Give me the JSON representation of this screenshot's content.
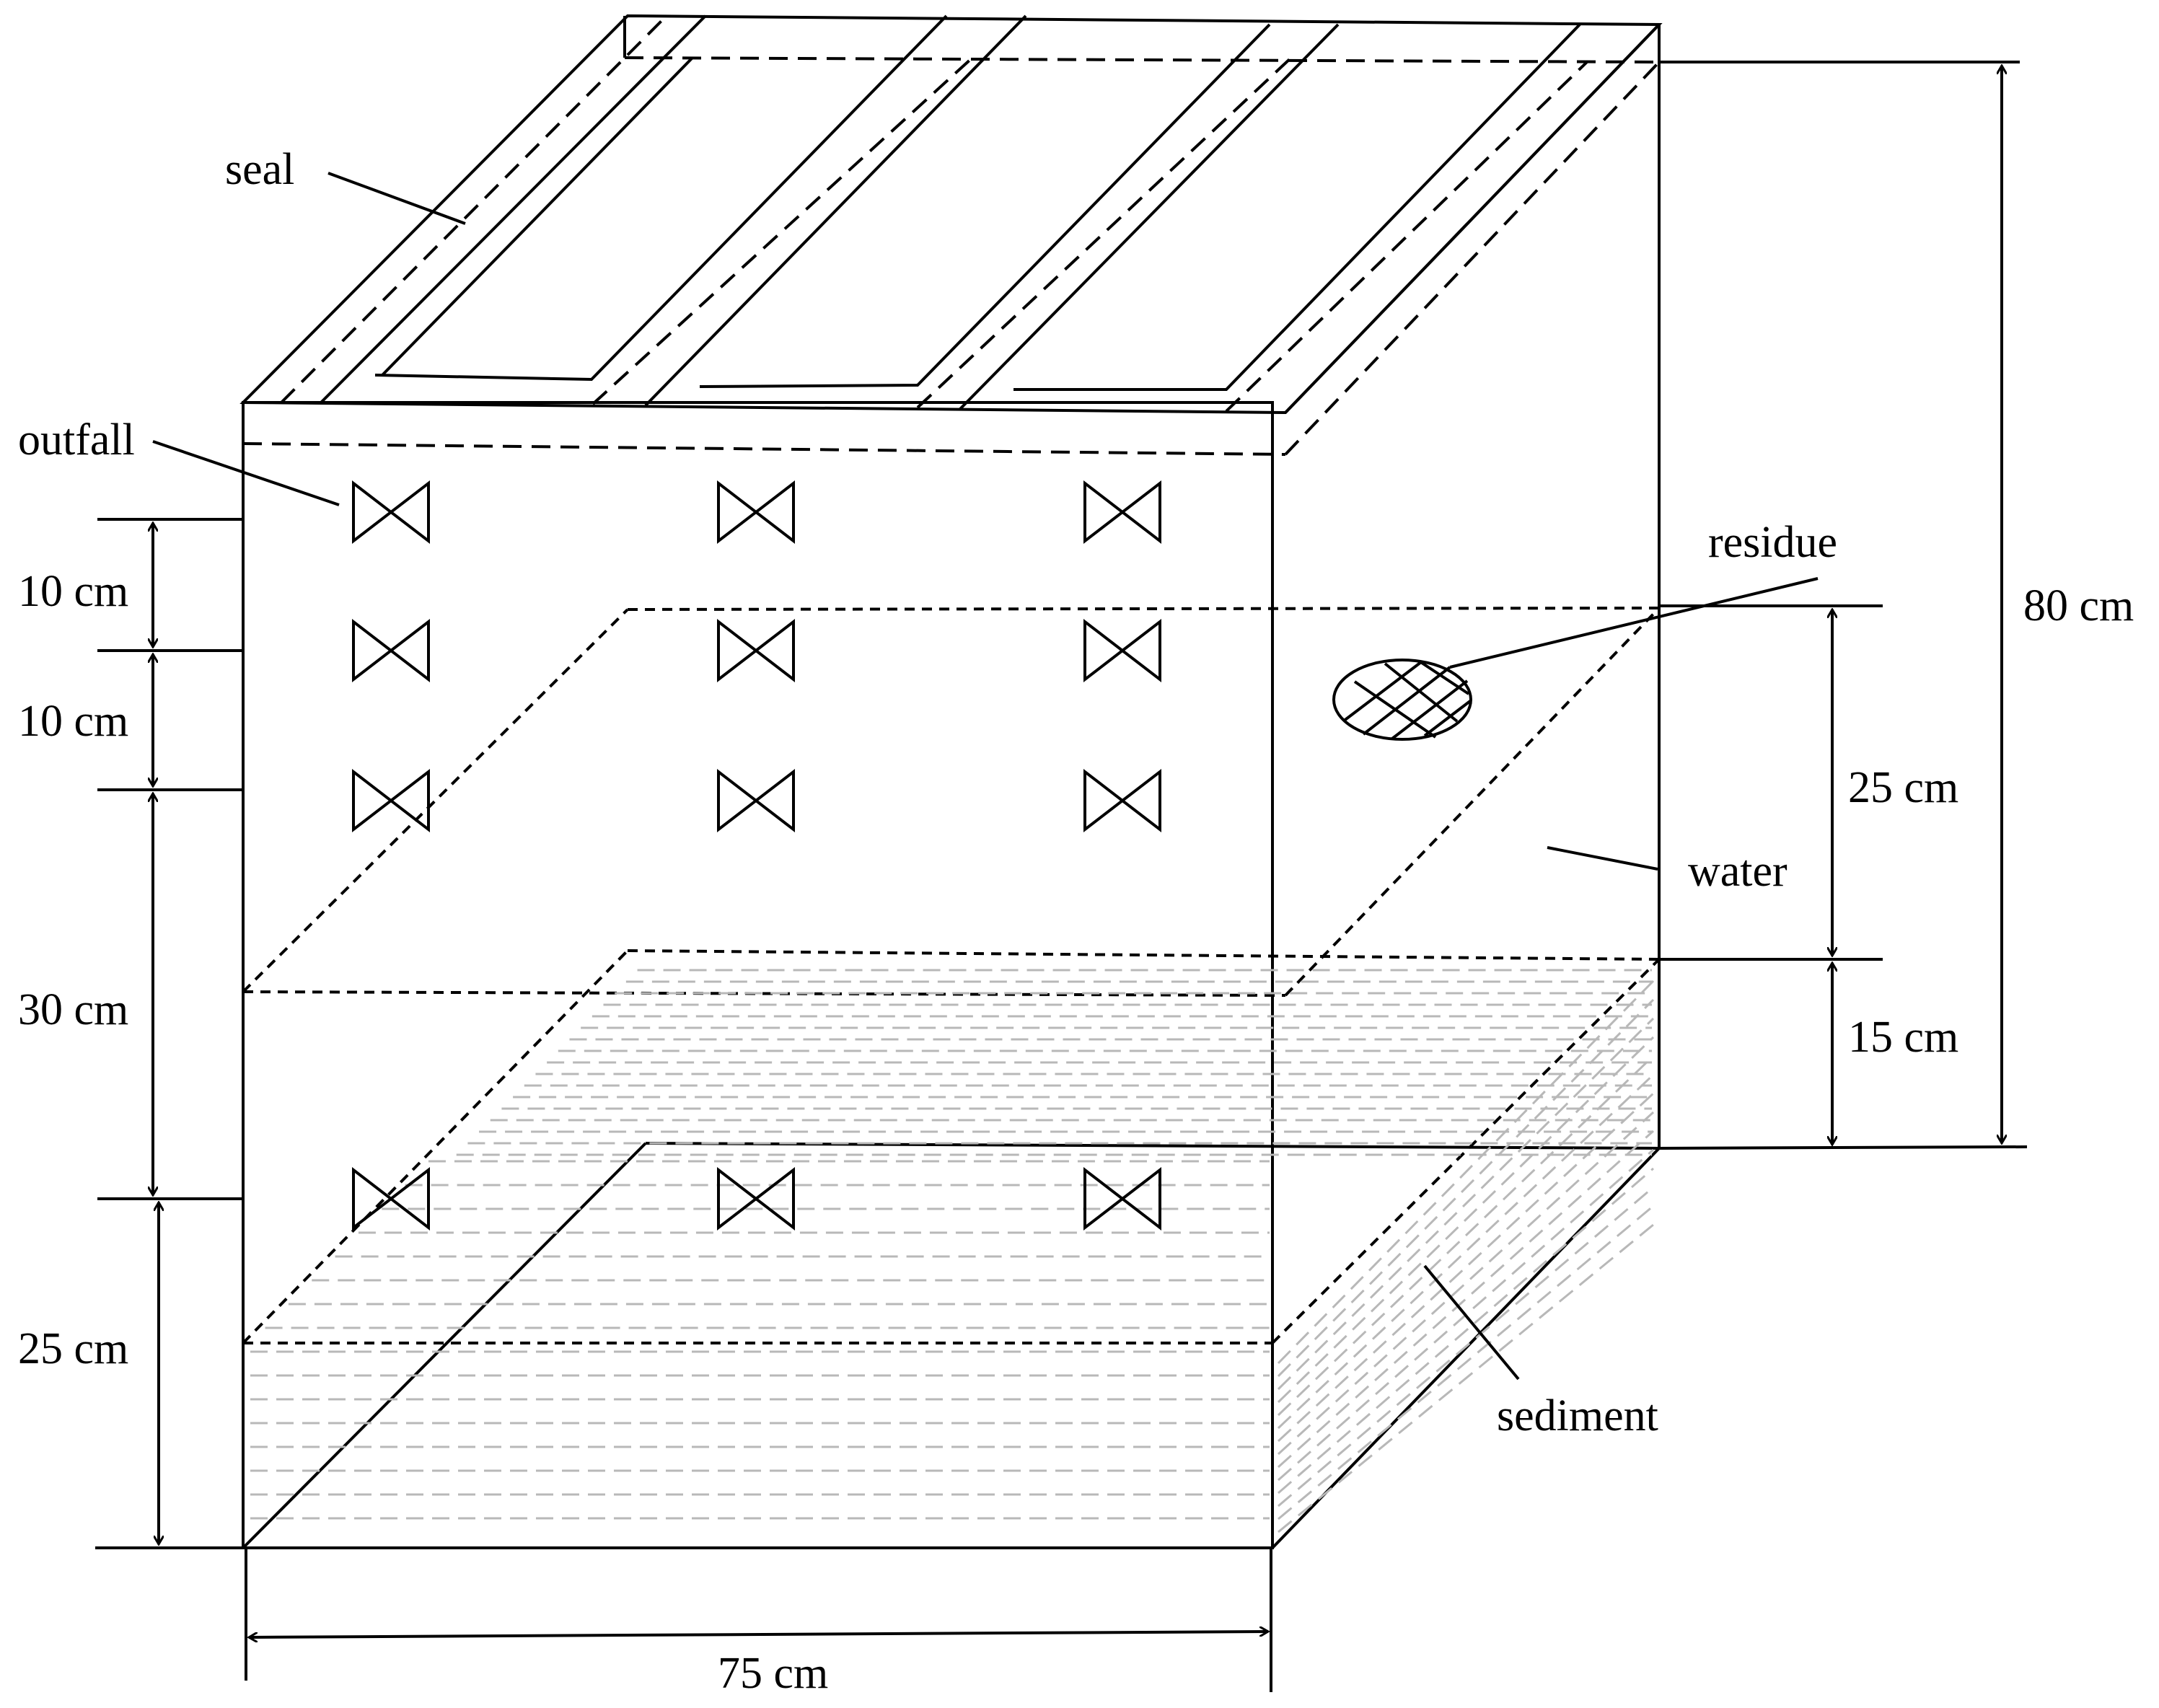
{
  "labels": {
    "seal": "seal",
    "outfall": "outfall",
    "residue": "residue",
    "water": "water",
    "sediment": "sediment"
  },
  "dimensions": {
    "outfall_gap_1": "10 cm",
    "outfall_gap_2": "10 cm",
    "middle_height": "30 cm",
    "bottom_height": "25 cm",
    "water_depth": "25 cm",
    "sediment_depth": "15 cm",
    "total_height": "80 cm",
    "width": "75 cm"
  },
  "icons": {
    "outfall_valve": "valve-icon",
    "residue_bag": "mesh-bag-icon"
  }
}
